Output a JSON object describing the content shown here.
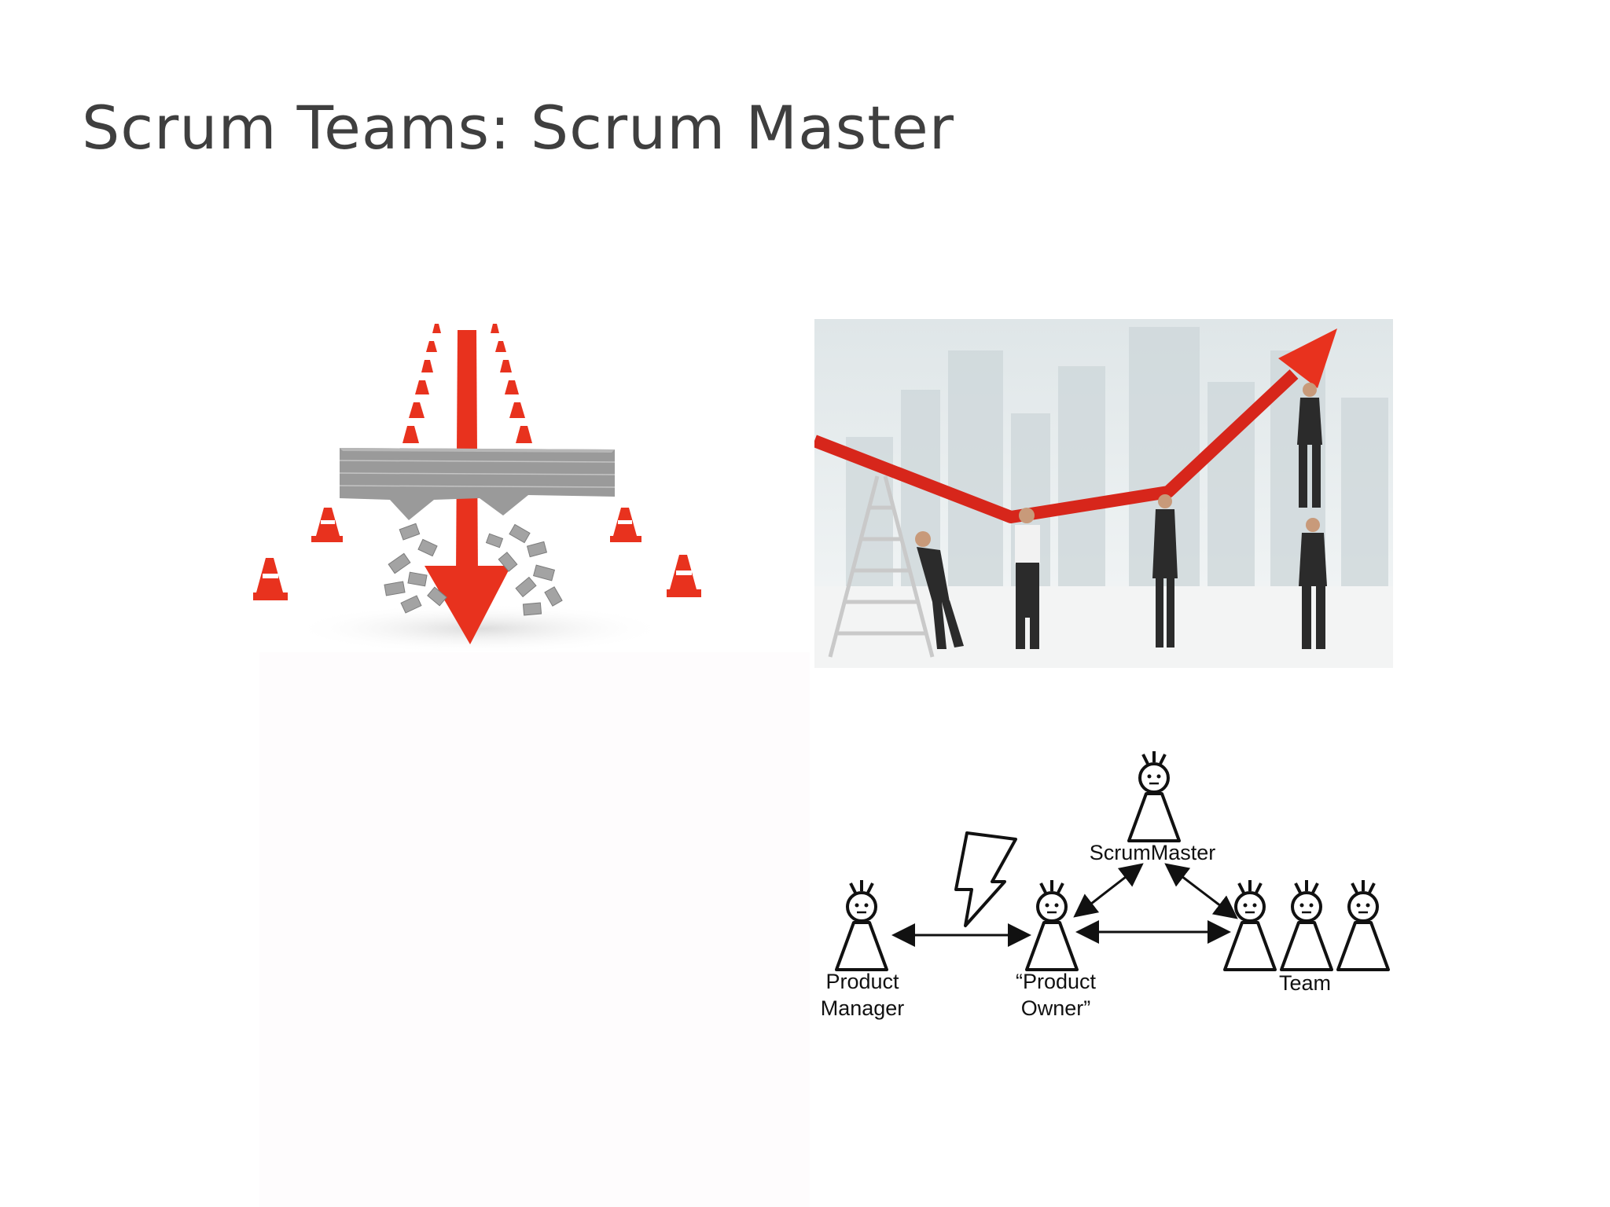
{
  "slide": {
    "title": "Scrum Teams: Scrum Master"
  },
  "diagram": {
    "labels": {
      "scrum_master": "ScrumMaster",
      "product_manager": "Product\nManager",
      "product_owner": "“Product\nOwner”",
      "team": "Team"
    }
  },
  "colors": {
    "title_text": "#3f3f3f",
    "accent_red": "#e8321e",
    "wall_gray": "#9a9a9a"
  }
}
